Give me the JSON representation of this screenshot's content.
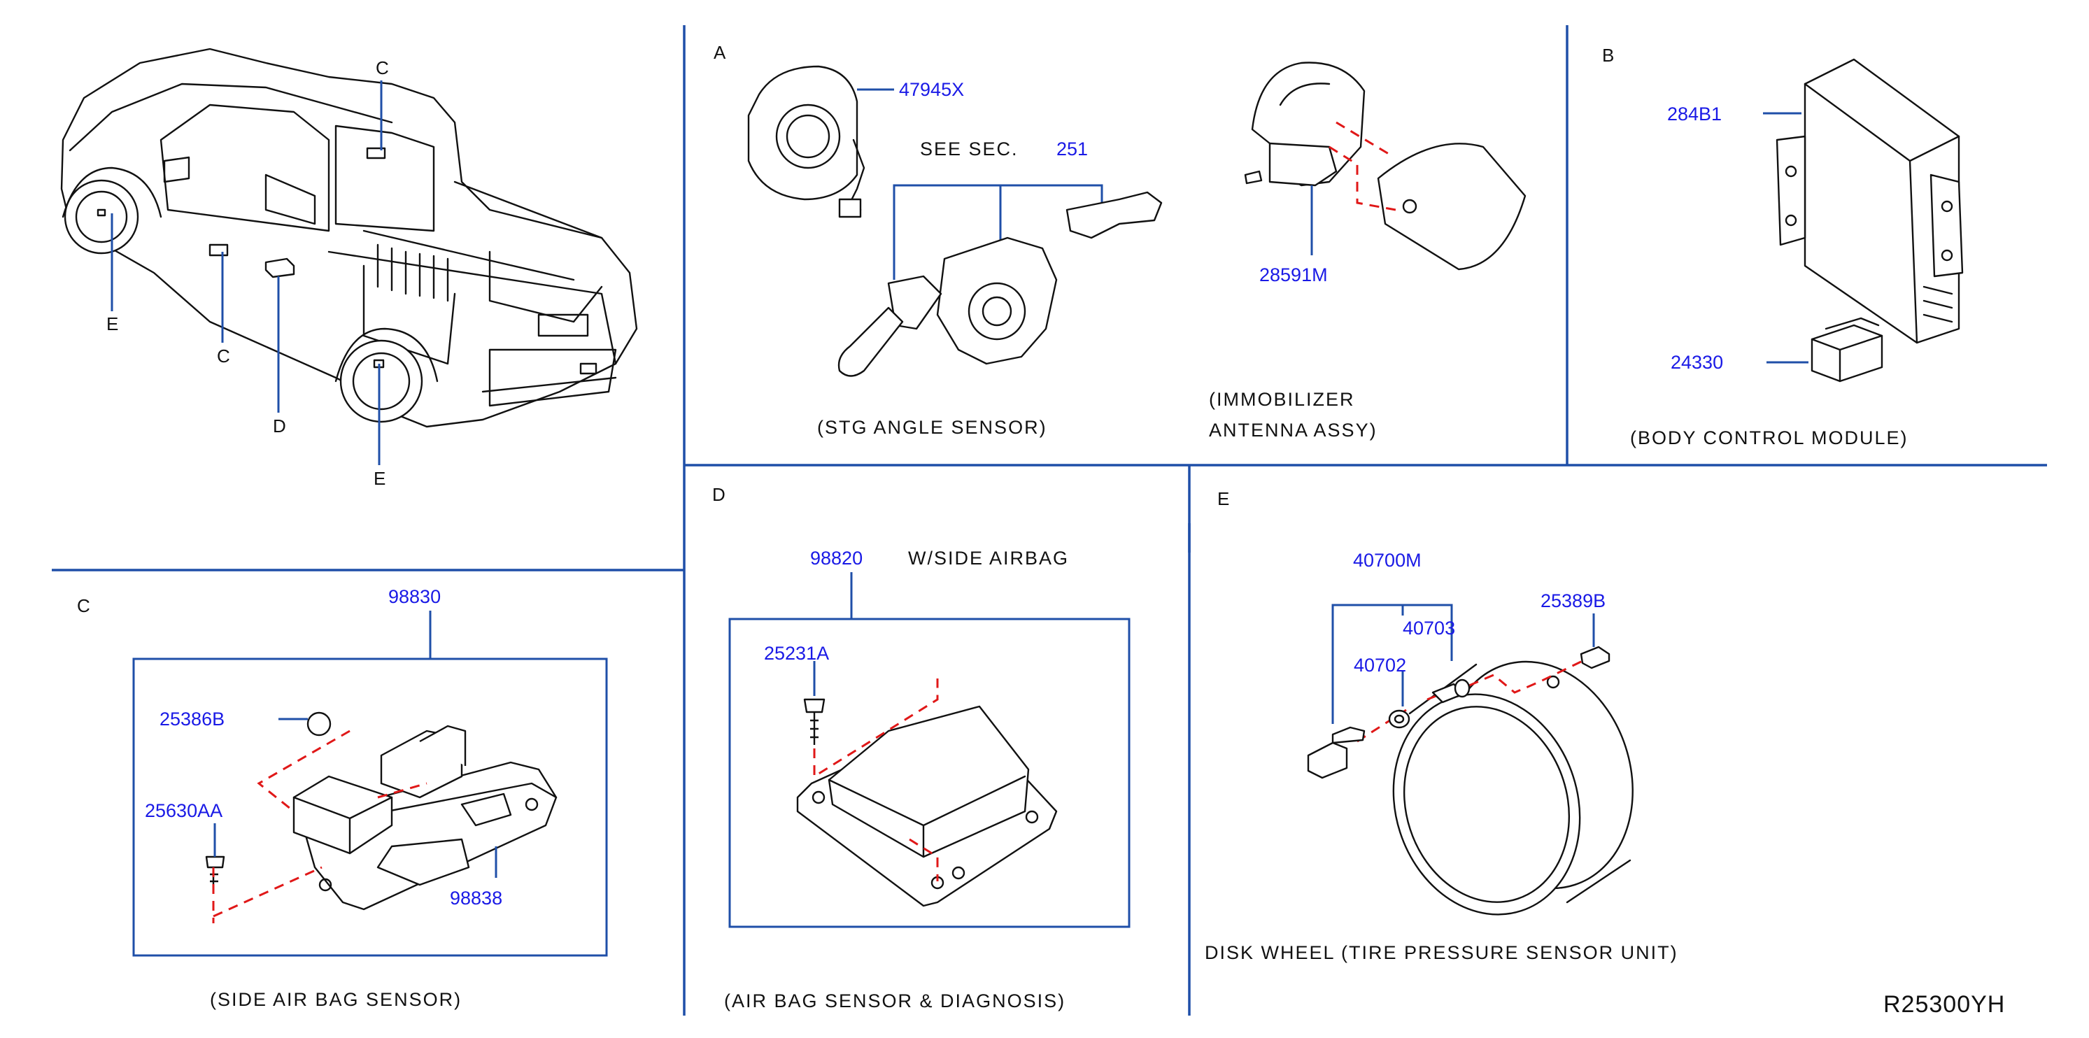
{
  "sections": {
    "A": {
      "letter": "A",
      "parts": {
        "p1": "47945X",
        "p2": "251",
        "p3": "28591M"
      },
      "see_sec": "SEE   SEC.",
      "caption_stg": "(STG   ANGLE   SENSOR)",
      "caption_immob_1": "(IMMOBILIZER",
      "caption_immob_2": "ANTENNA   ASSY)"
    },
    "B": {
      "letter": "B",
      "parts": {
        "p1": "284B1",
        "p2": "24330"
      },
      "caption": "(BODY   CONTROL   MODULE)"
    },
    "C": {
      "letter": "C",
      "parts": {
        "p1": "98830",
        "p2": "25386B",
        "p3": "25630AA",
        "p4": "98838"
      },
      "caption": "(SIDE   AIR   BAG   SENSOR)"
    },
    "D": {
      "letter": "D",
      "header_part": "98820",
      "header_note": "W/SIDE   AIRBAG",
      "parts": {
        "p1": "25231A"
      },
      "caption": "(AIR   BAG   SENSOR   &   DIAGNOSIS)"
    },
    "E": {
      "letter": "E",
      "parts": {
        "p1": "40700M",
        "p2": "40703",
        "p3": "40702",
        "p4": "25389B"
      },
      "caption": "DISK   WHEEL   (TIRE   PRESSURE   SENSOR   UNIT)"
    }
  },
  "truck_callouts": {
    "c_top": "C",
    "c_door": "C",
    "d": "D",
    "e_front": "E",
    "e_rear": "E"
  },
  "ref_code": "R25300YH"
}
